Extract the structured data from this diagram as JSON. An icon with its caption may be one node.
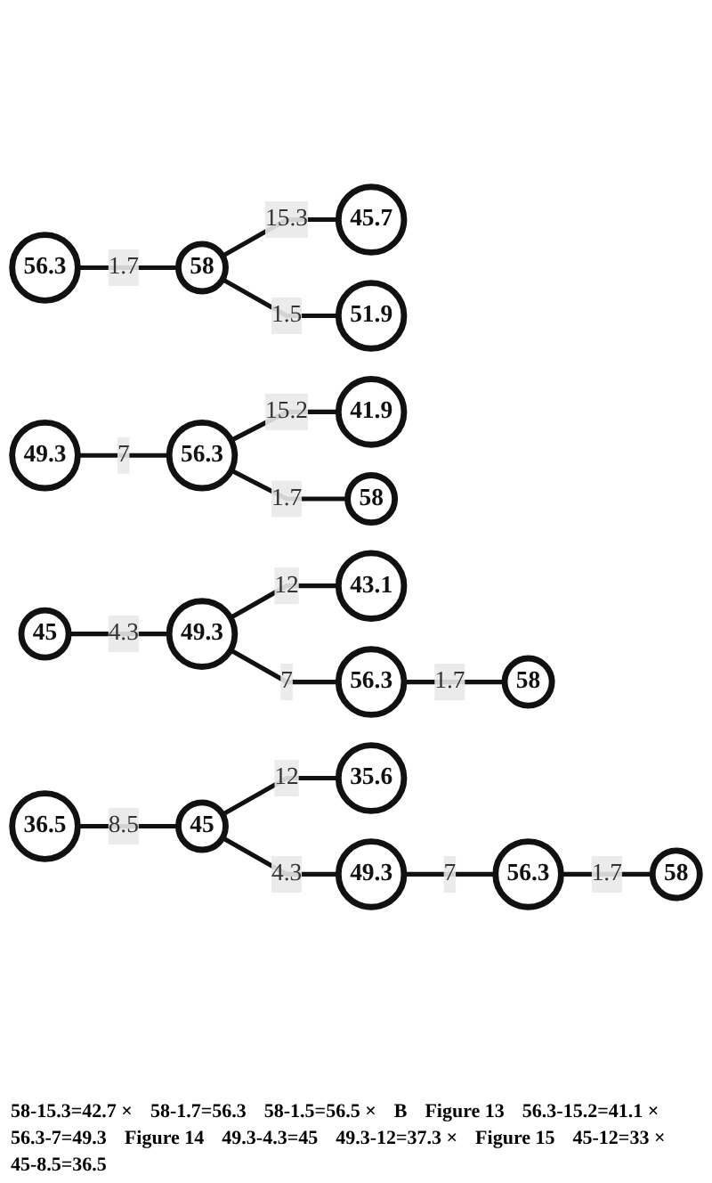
{
  "diagram": {
    "nodes": [
      {
        "text": [
          "45.7"
        ]
      },
      {
        "text": [
          "51.9"
        ]
      },
      {
        "text": [
          "56.3"
        ]
      },
      {
        "text": [
          "58"
        ]
      },
      {
        "text": [
          "49.3"
        ]
      },
      {
        "text": [
          "41.9"
        ]
      },
      {
        "text": [
          "56.3"
        ]
      },
      {
        "text": [
          "58"
        ]
      },
      {
        "text": [
          "45"
        ]
      },
      {
        "text": [
          "43.1"
        ]
      },
      {
        "text": [
          "49.3"
        ]
      },
      {
        "text": [
          "56.3"
        ]
      },
      {
        "text": [
          "58"
        ]
      },
      {
        "text": [
          "36.5"
        ]
      },
      {
        "text": [
          "35.6"
        ]
      },
      {
        "text": [
          "45"
        ]
      },
      {
        "text": [
          "49.3"
        ]
      },
      {
        "text": [
          "56.3"
        ]
      },
      {
        "text": [
          "58"
        ]
      }
    ],
    "edges": [
      {
        "from": 3,
        "to": 0,
        "arrow": "none",
        "label": "15.3"
      },
      {
        "from": 3,
        "to": 1,
        "arrow": "none",
        "label": "1.5"
      },
      {
        "from": 2,
        "to": 3,
        "arrow": "none",
        "label": "1.7"
      },
      {
        "from": 4,
        "to": 6,
        "arrow": "none",
        "label": "7"
      },
      {
        "from": 6,
        "to": 5,
        "arrow": "none",
        "label": "15.2"
      },
      {
        "from": 6,
        "to": 7,
        "arrow": "none",
        "label": "1.7"
      },
      {
        "from": 8,
        "to": 10,
        "arrow": "none",
        "label": "4.3"
      },
      {
        "from": 10,
        "to": 9,
        "arrow": "none",
        "label": "12"
      },
      {
        "from": 10,
        "to": 11,
        "arrow": "none",
        "label": "7"
      },
      {
        "from": 11,
        "to": 12,
        "arrow": "none",
        "label": "1.7"
      },
      {
        "from": 13,
        "to": 15,
        "arrow": "none",
        "label": "8.5"
      },
      {
        "from": 15,
        "to": 14,
        "arrow": "none",
        "label": "12"
      },
      {
        "from": 15,
        "to": 16,
        "arrow": "none",
        "label": "4.3"
      },
      {
        "from": 16,
        "to": 17,
        "arrow": "none",
        "label": "7"
      },
      {
        "from": 17,
        "to": 18,
        "arrow": "none",
        "label": "1.7"
      }
    ],
    "labels": [
      "58-15.3=42.7 ×",
      "58-1.7=56.3",
      "58-1.5=56.5 ×",
      "B",
      "Figure 13",
      "56.3-15.2=41.1 ×",
      "56.3-7=49.3",
      "Figure 14",
      "49.3-4.3=45",
      "49.3-12=37.3 ×",
      "Figure 15",
      "45-12=33 ×",
      "45-8.5=36.5"
    ]
  }
}
